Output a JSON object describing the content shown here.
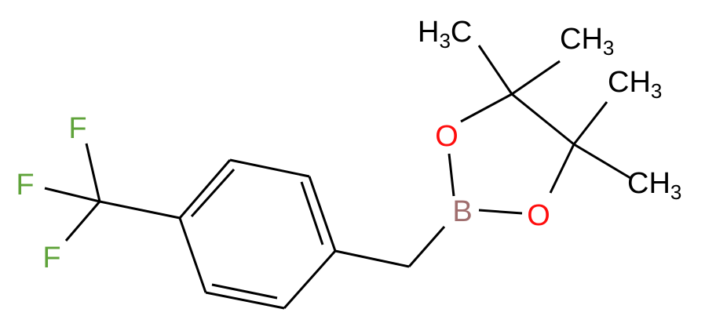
{
  "colors": {
    "bond": "#000000",
    "carbon": "#000000",
    "oxygen": "#ff0d0d",
    "boron": "#a06e6e",
    "fluorine": "#5fa33a"
  },
  "atoms": {
    "boron": "B",
    "oxygen_top": "O",
    "oxygen_right": "O",
    "fluorine_top": "F",
    "fluorine_left": "F",
    "fluorine_bottom": "F",
    "methyl_1": {
      "main": "H",
      "sub": "3",
      "tail": "C"
    },
    "methyl_2": {
      "main": "CH",
      "sub": "3"
    },
    "methyl_3": {
      "main": "CH",
      "sub": "3"
    },
    "methyl_4": {
      "main": "CH",
      "sub": "3"
    }
  }
}
